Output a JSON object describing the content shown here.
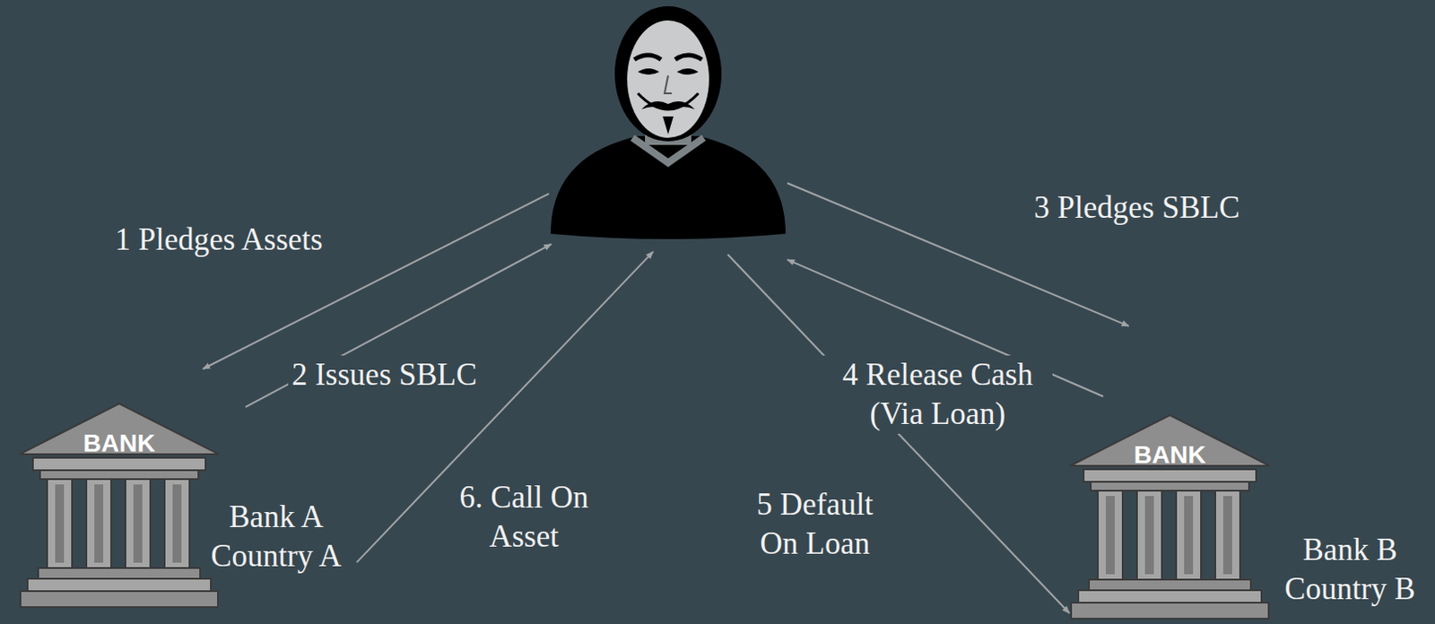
{
  "diagram": {
    "nodes": [
      {
        "text": []
      },
      {
        "text": [
          "BANK",
          "Bank A Country A"
        ]
      },
      {
        "text": [
          "BANK",
          "Bank B Country B"
        ]
      }
    ],
    "edges": [
      {
        "from": 0,
        "to": 1,
        "arrow": "to",
        "label": "1 Pledges Assets"
      },
      {
        "from": 1,
        "to": 0,
        "arrow": "to",
        "label": "2 Issues SBLC"
      },
      {
        "from": 0,
        "to": 2,
        "arrow": "to",
        "label": "3 Pledges SBLC"
      },
      {
        "from": 2,
        "to": 0,
        "arrow": "to",
        "label": "4 Release Cash (Via Loan)"
      },
      {
        "from": 0,
        "to": 2,
        "arrow": "to",
        "label": "5 Default On Loan"
      },
      {
        "from": 1,
        "to": 0,
        "arrow": "to",
        "label": "6. Call On Asset"
      }
    ]
  }
}
